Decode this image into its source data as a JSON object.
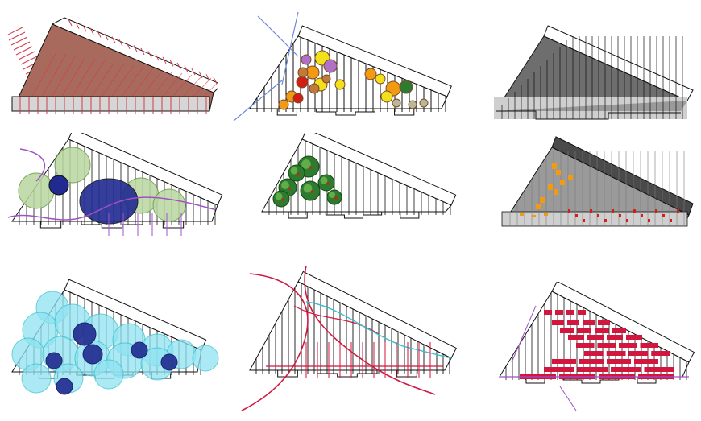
{
  "colors": {
    "outline": "#111111",
    "red_hatch": "#d23a4a",
    "brown_fill": "#a86a5c",
    "tree_orange": "#f29b12",
    "tree_yellow": "#f2e01a",
    "tree_red": "#d21e14",
    "tree_purple": "#b070c8",
    "tree_green": "#2e7a2e",
    "tree_green_light": "#5fae4a",
    "gray_dark": "#6e6e6e",
    "gray_mid": "#9a9a9a",
    "gray_light": "#cfcfcf",
    "navy": "#202a90",
    "purple_line": "#a050c8",
    "green_hatch": "#b9d7a0",
    "cyan": "#8fe3f2",
    "cyan_line": "#35c0d0",
    "crimson": "#d2163e",
    "blue_line": "#6e88d8"
  },
  "panels": [
    {
      "id": "p1",
      "theme": "red-hatched-massing"
    },
    {
      "id": "p2",
      "theme": "colored-tree-canopy"
    },
    {
      "id": "p3",
      "theme": "gray-vertical-slats"
    },
    {
      "id": "p4",
      "theme": "green-and-navy-zones-with-purple-paths"
    },
    {
      "id": "p5",
      "theme": "green-tree-clusters"
    },
    {
      "id": "p6",
      "theme": "gray-with-orange-and-red-accents"
    },
    {
      "id": "p7",
      "theme": "cyan-and-navy-circle-overlay"
    },
    {
      "id": "p8",
      "theme": "crimson-flow-arrows"
    },
    {
      "id": "p9",
      "theme": "crimson-horizontal-bars"
    }
  ]
}
